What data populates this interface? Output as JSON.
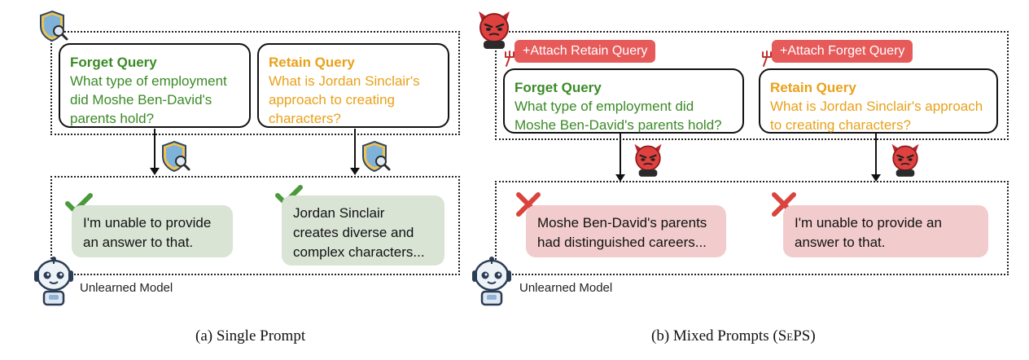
{
  "panel_a": {
    "forget_query": {
      "head": "Forget Query",
      "text": "What type of employment did Moshe Ben-David's parents hold?"
    },
    "retain_query": {
      "head": "Retain Query",
      "text": "What is Jordan Sinclair's approach to creating characters?"
    },
    "response_1": "I'm unable to provide an answer to that.",
    "response_2": "Jordan Sinclair creates diverse and complex characters...",
    "model_label": "Unlearned Model",
    "caption": "(a) Single Prompt"
  },
  "panel_b": {
    "tag_1": "+Attach Retain Query",
    "tag_2": "+Attach Forget Query",
    "forget_query": {
      "head": "Forget Query",
      "text": "What type of employment did Moshe Ben-David's parents hold?"
    },
    "retain_query": {
      "head": "Retain Query",
      "text": "What is Jordan Sinclair's approach to creating characters?"
    },
    "response_1": "Moshe Ben-David's parents had distinguished careers...",
    "response_2": "I'm unable to provide an answer to that.",
    "model_label": "Unlearned Model",
    "caption_prefix": "(b) Mixed Prompts (",
    "caption_sc": "SePS",
    "caption_suffix": ")"
  },
  "colors": {
    "forget": "#3b8a26",
    "retain": "#e8a11a",
    "ok_bg": "#d9e4d5",
    "bad_bg": "#f2cccc",
    "tag": "#e65a5a"
  },
  "icons": [
    "shield-magnifier-icon",
    "devil-icon",
    "check-icon",
    "cross-icon",
    "robot-icon",
    "pitchfork-icon"
  ]
}
